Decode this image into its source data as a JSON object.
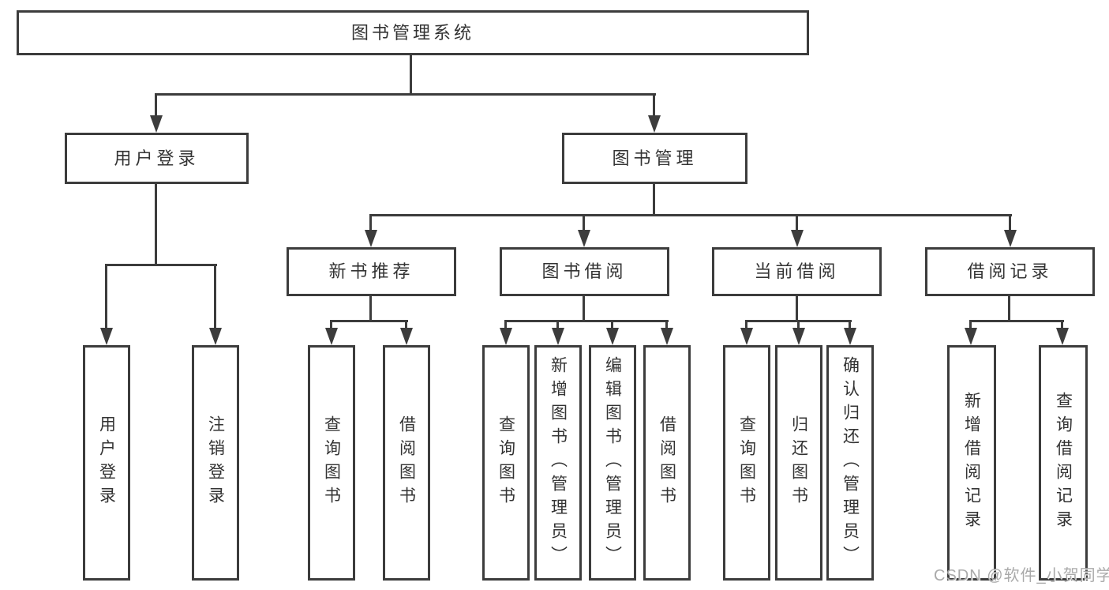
{
  "diagram": {
    "root": {
      "label": "图书管理系统"
    },
    "branches": [
      {
        "label": "用户登录",
        "children": [
          {
            "label": "用户登录"
          },
          {
            "label": "注销登录"
          }
        ]
      },
      {
        "label": "图书管理",
        "children": [
          {
            "label": "新书推荐",
            "children": [
              {
                "label": "查询图书"
              },
              {
                "label": "借阅图书"
              }
            ]
          },
          {
            "label": "图书借阅",
            "children": [
              {
                "label": "查询图书"
              },
              {
                "label": "新增图书（管理员）"
              },
              {
                "label": "编辑图书（管理员）"
              },
              {
                "label": "借阅图书"
              }
            ]
          },
          {
            "label": "当前借阅",
            "children": [
              {
                "label": "查询图书"
              },
              {
                "label": "归还图书"
              },
              {
                "label": "确认归还（管理员）"
              }
            ]
          },
          {
            "label": "借阅记录",
            "children": [
              {
                "label": "新增借阅记录"
              },
              {
                "label": "查询借阅记录"
              }
            ]
          }
        ]
      }
    ]
  },
  "watermark": {
    "text": "CSDN @软件_小贺同学"
  },
  "colors": {
    "line": "#3c3c3c",
    "text": "#333333",
    "background": "#ffffff",
    "watermark": "#a5a5a5"
  }
}
